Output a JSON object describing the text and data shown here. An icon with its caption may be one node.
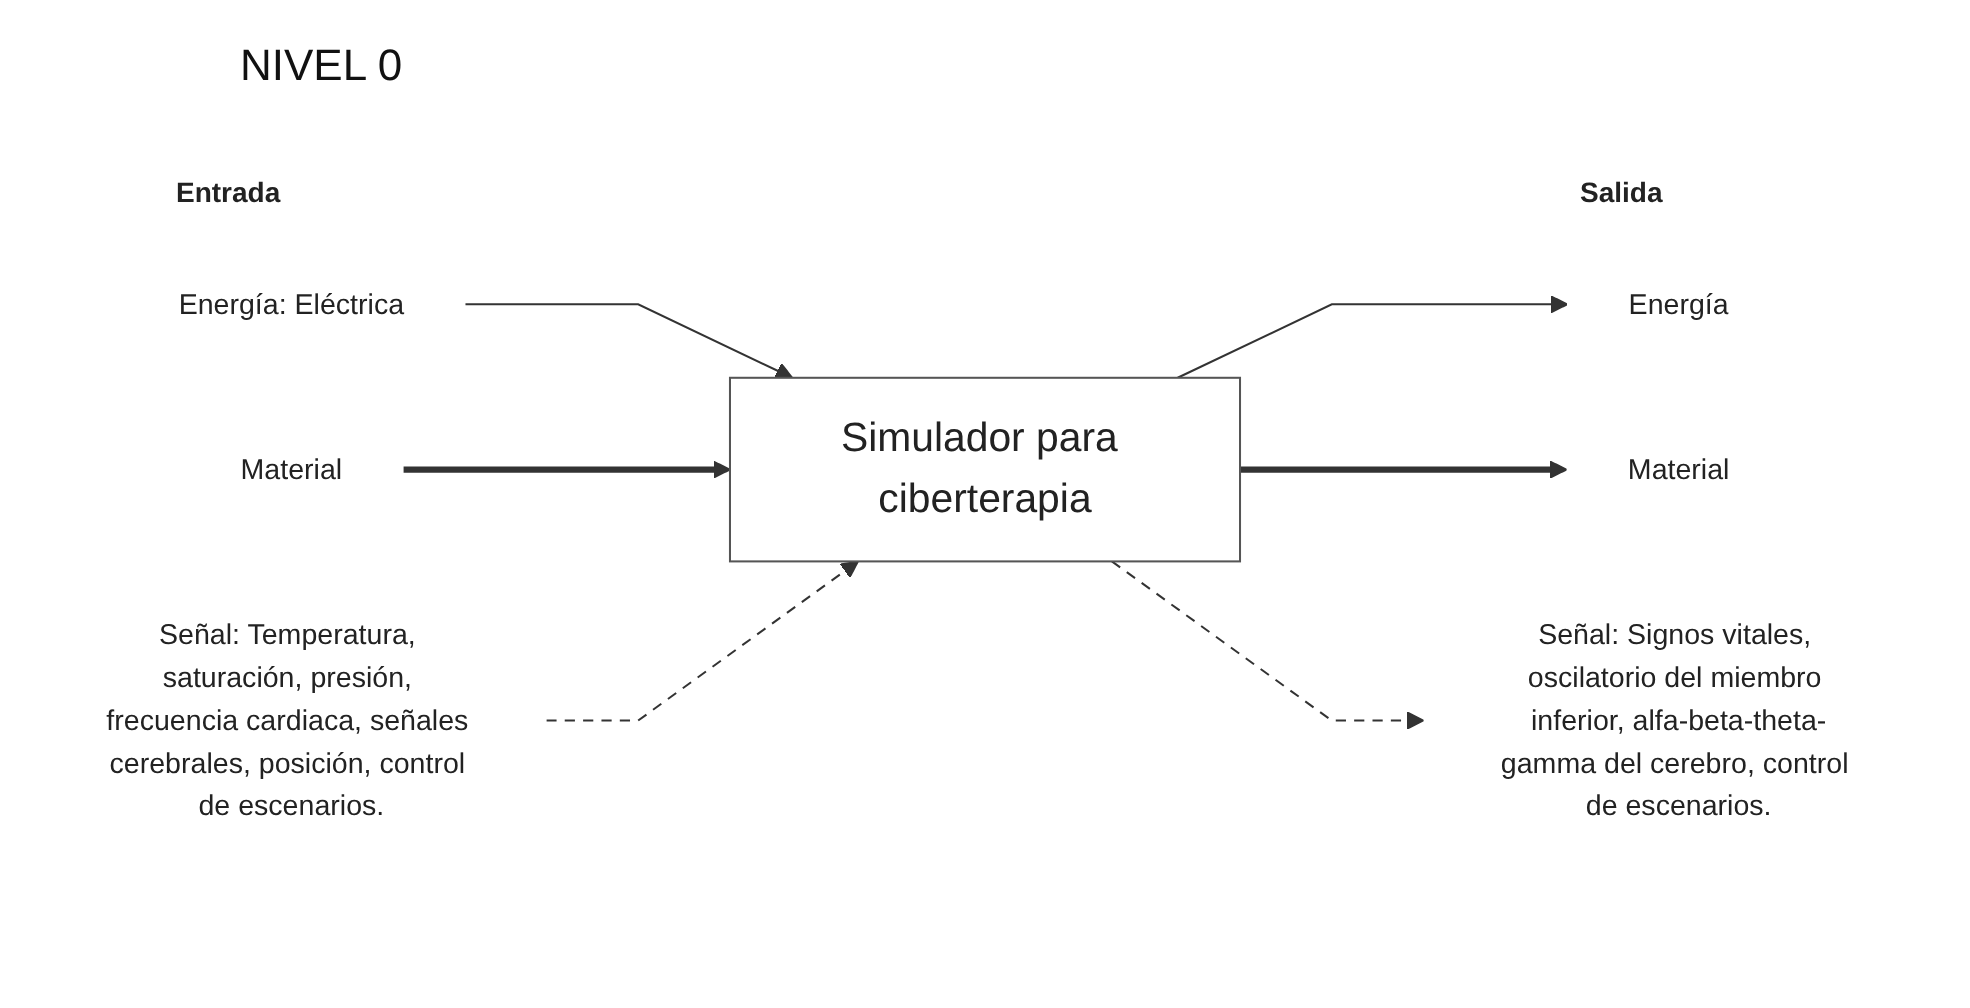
{
  "diagram": {
    "title": "NIVEL 0",
    "nodes": [
      {
        "text": [
          "Energía: Eléctrica"
        ]
      },
      {
        "text": [
          "Material"
        ]
      },
      {
        "text": [
          "Señal: Temperatura, saturación, presión, frecuencia cardiaca, señales cerebrales, posición, control de escenarios."
        ]
      },
      {
        "text": [
          "Simulador para ciberterapia"
        ]
      },
      {
        "text": [
          "Energía"
        ]
      },
      {
        "text": [
          "Material"
        ]
      },
      {
        "text": [
          "Señal: Signos vitales, oscilatorio del miembro inferior, alfa-beta-theta-gamma del cerebro, control de escenarios."
        ]
      }
    ],
    "edges": [
      {
        "from": 0,
        "to": 3,
        "arrow": "to"
      },
      {
        "from": 1,
        "to": 3,
        "arrow": "to",
        "style": "thick"
      },
      {
        "from": 2,
        "to": 3,
        "arrow": "to",
        "style": "dashed"
      },
      {
        "from": 3,
        "to": 4,
        "arrow": "to"
      },
      {
        "from": 3,
        "to": 5,
        "arrow": "to",
        "style": "thick"
      },
      {
        "from": 3,
        "to": 6,
        "arrow": "to",
        "style": "dashed"
      }
    ],
    "labels": [
      "Entrada",
      "Salida"
    ]
  }
}
